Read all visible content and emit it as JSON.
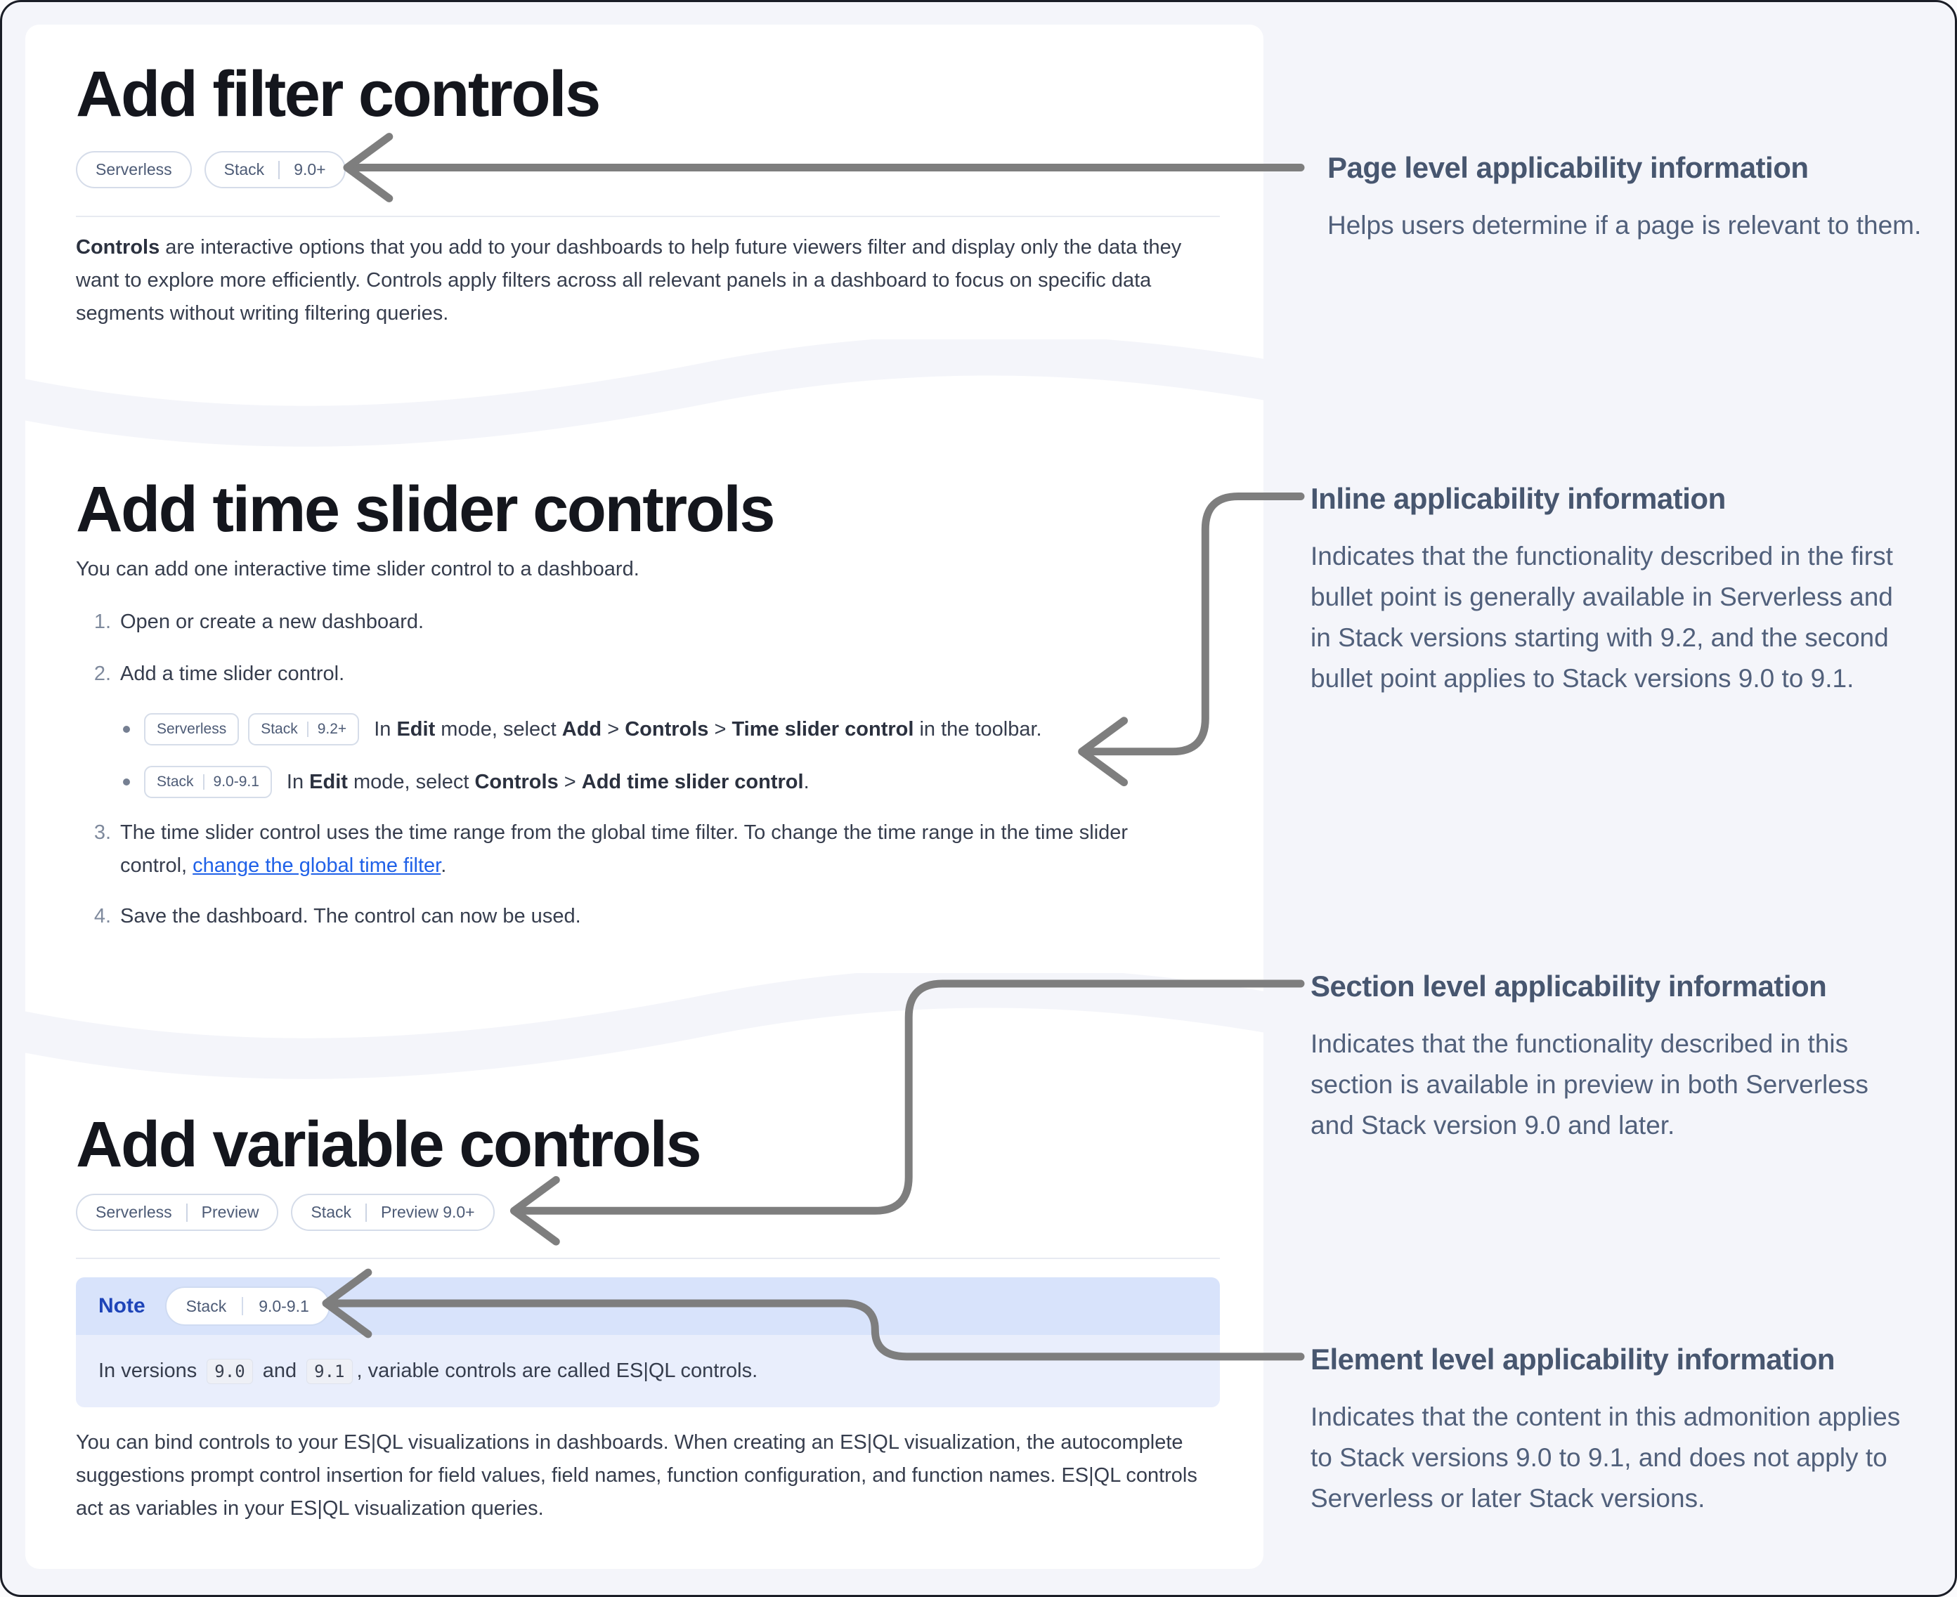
{
  "cards": {
    "filter": {
      "title": "Add filter controls",
      "badge_serverless": "Serverless",
      "badge_stack_product": "Stack",
      "badge_stack_version": "9.0+",
      "para_lead": "Controls",
      "para_rest": " are interactive options that you add to your dashboards to help future viewers filter and display only the data they want to explore more efficiently. Controls apply filters across all relevant panels in a dashboard to focus on specific data segments without writing filtering queries."
    },
    "timeslider": {
      "title": "Add time slider controls",
      "intro": "You can add one interactive time slider control to a dashboard.",
      "step1_num": "1.",
      "step1_text": "Open or create a new dashboard.",
      "step2_num": "2.",
      "step2_text": "Add a time slider control.",
      "bullet1": {
        "badge1": "Serverless",
        "badge2_product": "Stack",
        "badge2_version": "9.2+",
        "seg0": "In ",
        "seg1": "Edit",
        "seg2": " mode, select ",
        "seg3": "Add",
        "seg4": " > ",
        "seg5": "Controls",
        "seg6": " > ",
        "seg7": "Time slider control",
        "seg8": " in the toolbar."
      },
      "bullet2": {
        "badge1_product": "Stack",
        "badge1_version": "9.0-9.1",
        "seg0": "In ",
        "seg1": "Edit",
        "seg2": " mode, select ",
        "seg3": "Controls",
        "seg4": " > ",
        "seg5": "Add time slider control",
        "seg6": "."
      },
      "step3_num": "3.",
      "step3_line1": "The time slider control uses the time range from the global time filter. To change the time range in the time slider",
      "step3_line2_pre": "control, ",
      "step3_link": "change the global time filter",
      "step3_line2_post": ".",
      "step4_num": "4.",
      "step4_text": "Save the dashboard. The control can now be used."
    },
    "variable": {
      "title": "Add variable controls",
      "badge1_product": "Serverless",
      "badge1_flag": "Preview",
      "badge2_product": "Stack",
      "badge2_flag": "Preview 9.0+",
      "note": {
        "label": "Note",
        "badge_product": "Stack",
        "badge_version": "9.0-9.1",
        "seg0": "In versions ",
        "code1": "9.0",
        "seg1": " and ",
        "code2": "9.1",
        "seg2": ", variable controls are called ES|QL controls."
      },
      "para": "You can bind controls to your ES|QL visualizations in dashboards. When creating an ES|QL visualization, the autocomplete suggestions prompt control insertion for field values, field names, function configuration, and function names. ES|QL controls act as variables in your ES|QL visualization queries."
    }
  },
  "annotations": [
    {
      "title": "Page level applicability information",
      "body": "Helps users determine if a page is relevant to them."
    },
    {
      "title": "Inline applicability information",
      "body": "Indicates that the functionality described in the first bullet point is generally available in Serverless and in Stack versions starting with 9.2, and the second bullet point applies to Stack versions 9.0 to 9.1."
    },
    {
      "title": "Section level applicability information",
      "body": "Indicates that the functionality described in this section is available in preview in both Serverless and Stack version 9.0 and later."
    },
    {
      "title": "Element level applicability information",
      "body": "Indicates that the content in this admonition applies to Stack versions 9.0 to 9.1, and does not apply to Serverless or later Stack versions."
    }
  ],
  "colors": {
    "arrow": "#7e7e7e",
    "page_bg": "#f4f5fa",
    "link": "#1f61e8",
    "note_blue": "#1e44b8"
  }
}
